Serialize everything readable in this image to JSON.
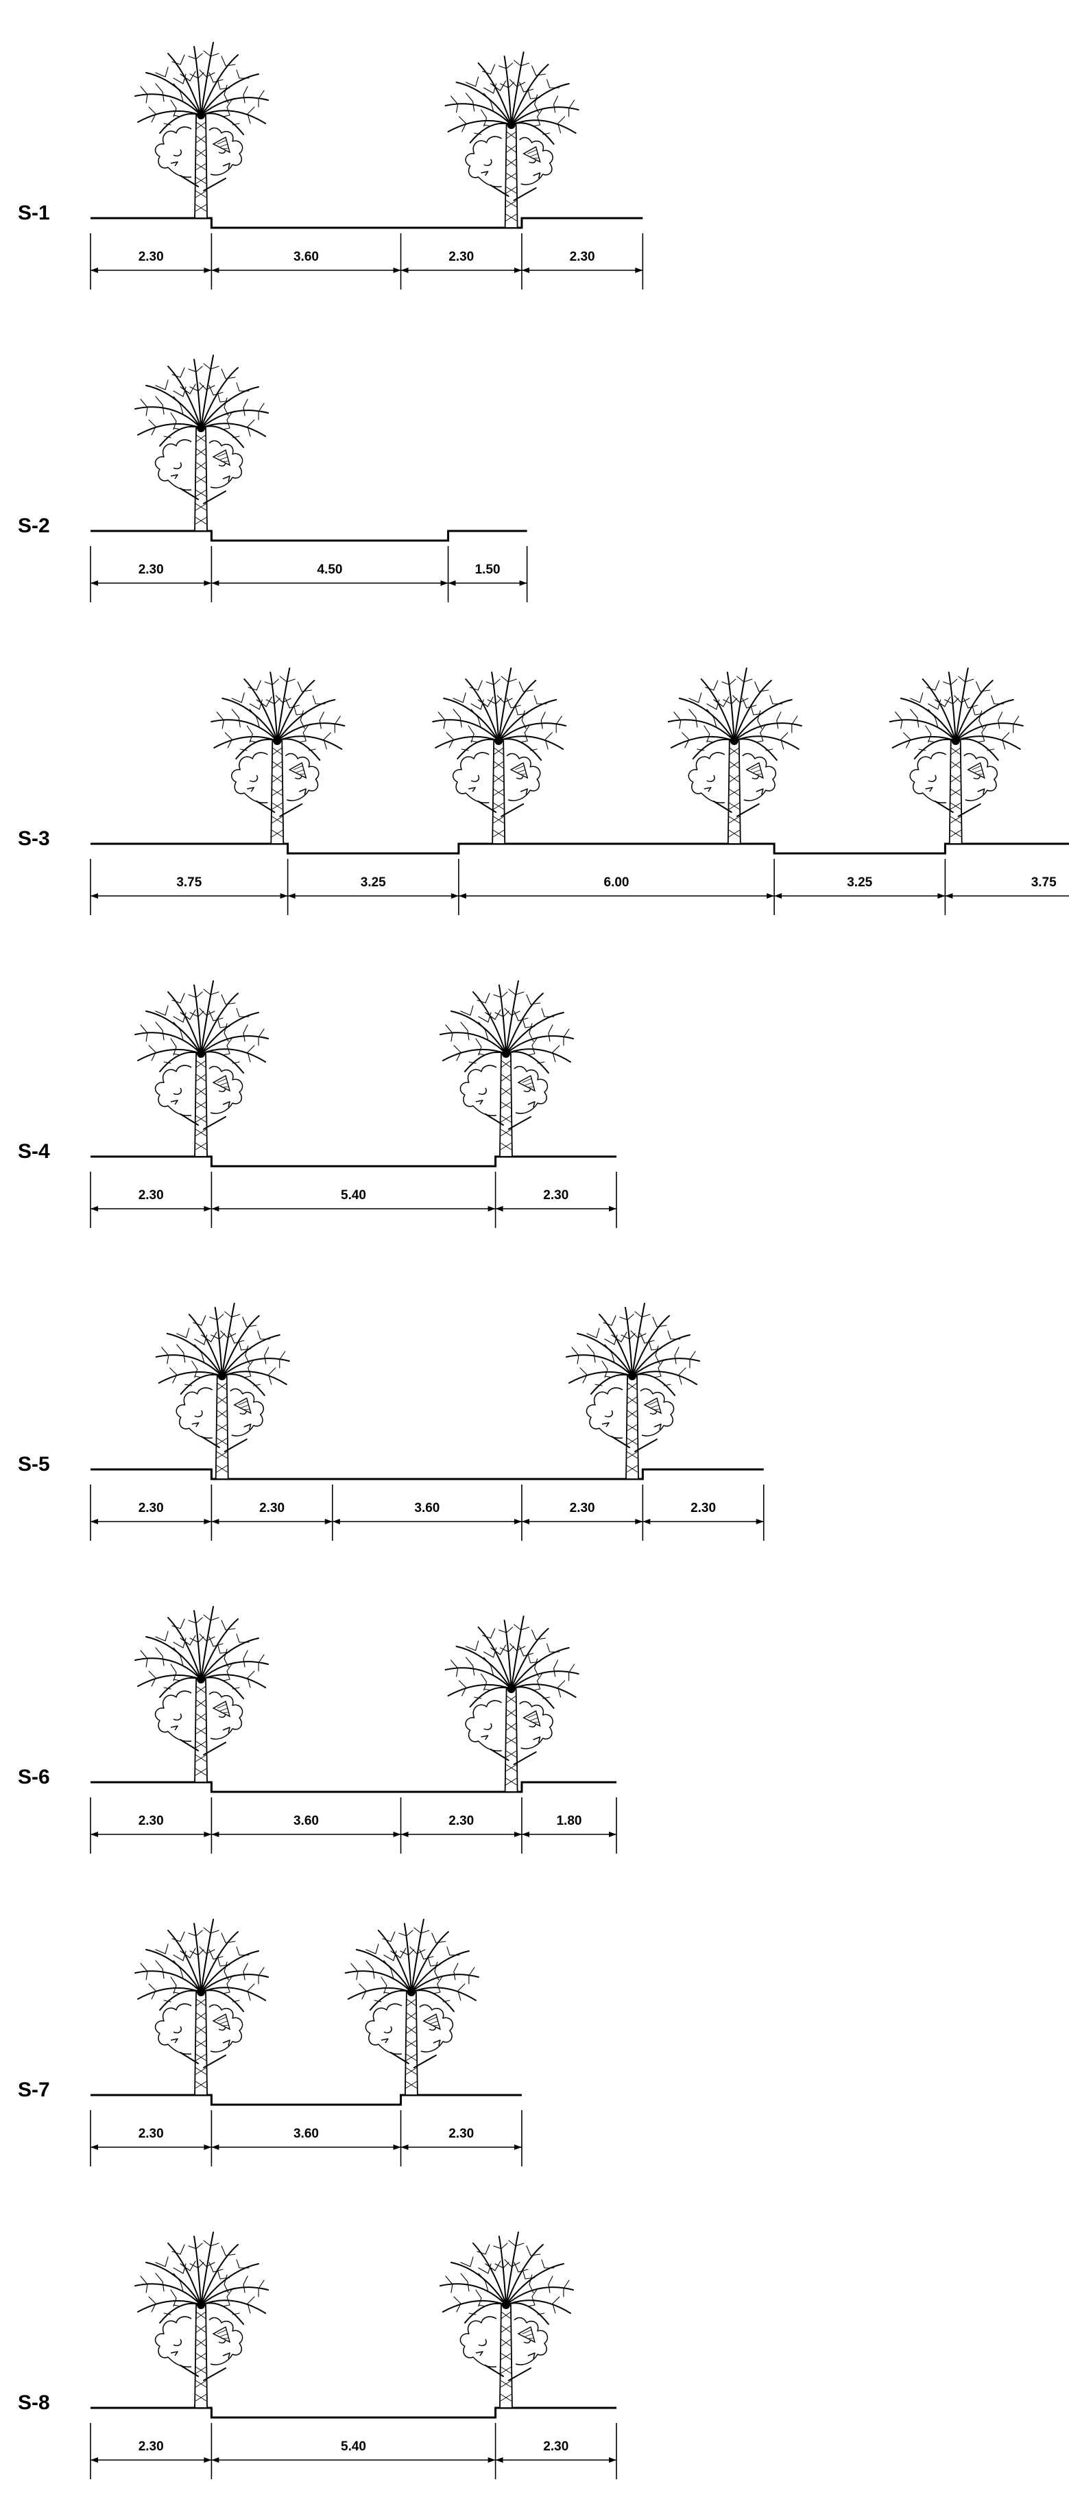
{
  "sections": [
    {
      "label": "S-1",
      "segments": [
        {
          "width": 2.3,
          "label": "2.30",
          "level": "raised",
          "tree": true
        },
        {
          "width": 3.6,
          "label": "3.60",
          "level": "lowered",
          "tree": false
        },
        {
          "width": 2.3,
          "label": "2.30",
          "level": "lowered",
          "tree": true
        },
        {
          "width": 2.3,
          "label": "2.30",
          "level": "raised",
          "tree": false
        }
      ]
    },
    {
      "label": "S-2",
      "segments": [
        {
          "width": 2.3,
          "label": "2.30",
          "level": "raised",
          "tree": true
        },
        {
          "width": 4.5,
          "label": "4.50",
          "level": "lowered",
          "tree": false
        },
        {
          "width": 1.5,
          "label": "1.50",
          "level": "raised",
          "tree": false
        }
      ]
    },
    {
      "label": "S-3",
      "segments": [
        {
          "width": 3.75,
          "label": "3.75",
          "level": "raised",
          "tree": true
        },
        {
          "width": 3.25,
          "label": "3.25",
          "level": "lowered",
          "tree": false
        },
        {
          "width": 6.0,
          "label": "6.00",
          "level": "raised",
          "tree": "both"
        },
        {
          "width": 3.25,
          "label": "3.25",
          "level": "lowered",
          "tree": false
        },
        {
          "width": 3.75,
          "label": "3.75",
          "level": "raised",
          "tree": true
        }
      ]
    },
    {
      "label": "S-4",
      "segments": [
        {
          "width": 2.3,
          "label": "2.30",
          "level": "raised",
          "tree": true
        },
        {
          "width": 5.4,
          "label": "5.40",
          "level": "lowered",
          "tree": false
        },
        {
          "width": 2.3,
          "label": "2.30",
          "level": "raised",
          "tree": true
        }
      ]
    },
    {
      "label": "S-5",
      "segments": [
        {
          "width": 2.3,
          "label": "2.30",
          "level": "raised",
          "tree": false
        },
        {
          "width": 2.3,
          "label": "2.30",
          "level": "lowered",
          "tree": true
        },
        {
          "width": 3.6,
          "label": "3.60",
          "level": "lowered",
          "tree": false
        },
        {
          "width": 2.3,
          "label": "2.30",
          "level": "lowered",
          "tree": true
        },
        {
          "width": 2.3,
          "label": "2.30",
          "level": "raised",
          "tree": false
        }
      ]
    },
    {
      "label": "S-6",
      "segments": [
        {
          "width": 2.3,
          "label": "2.30",
          "level": "raised",
          "tree": true
        },
        {
          "width": 3.6,
          "label": "3.60",
          "level": "lowered",
          "tree": false
        },
        {
          "width": 2.3,
          "label": "2.30",
          "level": "lowered",
          "tree": true
        },
        {
          "width": 1.8,
          "label": "1.80",
          "level": "raised",
          "tree": false
        }
      ]
    },
    {
      "label": "S-7",
      "segments": [
        {
          "width": 2.3,
          "label": "2.30",
          "level": "raised",
          "tree": true
        },
        {
          "width": 3.6,
          "label": "3.60",
          "level": "lowered",
          "tree": false
        },
        {
          "width": 2.3,
          "label": "2.30",
          "level": "raised",
          "tree": true
        }
      ]
    },
    {
      "label": "S-8",
      "segments": [
        {
          "width": 2.3,
          "label": "2.30",
          "level": "raised",
          "tree": true
        },
        {
          "width": 5.4,
          "label": "5.40",
          "level": "lowered",
          "tree": false
        },
        {
          "width": 2.3,
          "label": "2.30",
          "level": "raised",
          "tree": true
        }
      ]
    }
  ]
}
